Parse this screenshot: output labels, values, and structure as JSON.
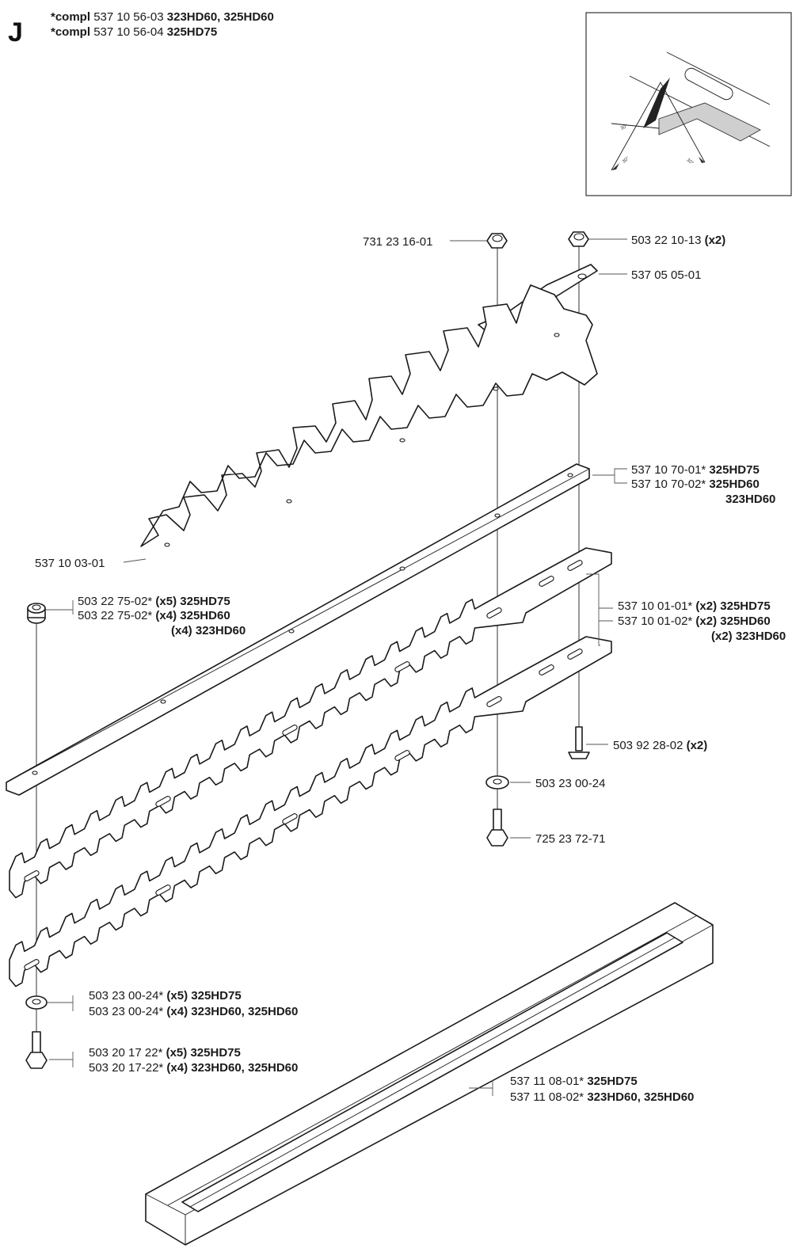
{
  "header": {
    "section_letter": "J",
    "lines": [
      {
        "prefix": "*compl",
        "number": "537 10 56-03",
        "models": "323HD60, 325HD60"
      },
      {
        "prefix": "*compl",
        "number": "537 10 56-04",
        "models": "325HD75"
      }
    ]
  },
  "inset": {
    "angle_marks": [
      "30°",
      "30°",
      "30°"
    ]
  },
  "callouts": {
    "nut_top": {
      "number": "731 23 16-01",
      "qty": "",
      "models": ""
    },
    "nut_top_right": {
      "number": "503 22 10-13",
      "qty": "(x2)",
      "models": ""
    },
    "plate": {
      "number": "537 05 05-01",
      "qty": "",
      "models": ""
    },
    "blade_guard": {
      "number": "537 10 03-01",
      "qty": "",
      "models": ""
    },
    "bar_1": {
      "number": "537 10 70-01*",
      "qty": "",
      "models": "325HD75"
    },
    "bar_2": {
      "number": "537 10 70-02*",
      "qty": "",
      "models": "325HD60"
    },
    "bar_3": {
      "number": "",
      "qty": "",
      "models": "323HD60"
    },
    "spacer_1": {
      "number": "503 22 75-02*",
      "qty": "(x5)",
      "models": "325HD75"
    },
    "spacer_2": {
      "number": "503 22 75-02*",
      "qty": "(x4)",
      "models": "325HD60"
    },
    "spacer_3": {
      "number": "",
      "qty": "(x4)",
      "models": "323HD60"
    },
    "blade_1": {
      "number": "537 10 01-01*",
      "qty": "(x2)",
      "models": "325HD75"
    },
    "blade_2": {
      "number": "537 10 01-02*",
      "qty": "(x2)",
      "models": "325HD60"
    },
    "blade_3": {
      "number": "",
      "qty": "(x2)",
      "models": "323HD60"
    },
    "screw_right": {
      "number": "503 92 28-02",
      "qty": "(x2)",
      "models": ""
    },
    "washer_mid": {
      "number": "503 23 00-24",
      "qty": "",
      "models": ""
    },
    "bolt_mid": {
      "number": "725 23 72-71",
      "qty": "",
      "models": ""
    },
    "washer_left_1": {
      "number": "503 23 00-24*",
      "qty": "(x5)",
      "models": "325HD75"
    },
    "washer_left_2": {
      "number": "503 23 00-24*",
      "qty": "(x4)",
      "models": "323HD60, 325HD60"
    },
    "bolt_left_1": {
      "number": "503 20 17 22*",
      "qty": "(x5)",
      "models": "325HD75"
    },
    "bolt_left_2": {
      "number": "503 20 17-22*",
      "qty": "(x4)",
      "models": "323HD60, 325HD60"
    },
    "cover_1": {
      "number": "537 11 08-01*",
      "qty": "",
      "models": "325HD75"
    },
    "cover_2": {
      "number": "537 11 08-02*",
      "qty": "",
      "models": "323HD60, 325HD60"
    }
  }
}
